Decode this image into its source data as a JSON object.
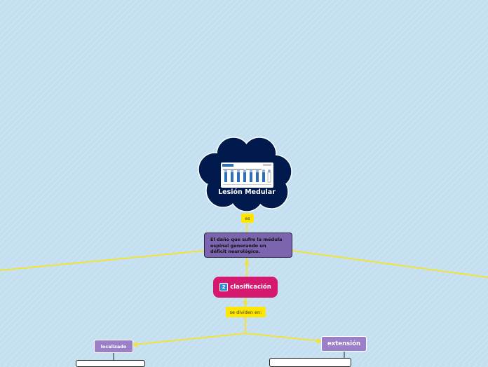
{
  "central": {
    "title": "Lesión Medular",
    "shape": "cloud",
    "color": "#001a4d"
  },
  "links": {
    "es": "es",
    "dividen": "se dividen en:"
  },
  "definition": {
    "lines": [
      "El daño que sufre la médula",
      "espinal generando un",
      "déficit neurológico."
    ]
  },
  "classification": {
    "badge": "2",
    "label": "clasificación",
    "color": "#d4196f"
  },
  "branches": {
    "left": {
      "label": "localizado"
    },
    "right": {
      "label": "extensión"
    }
  },
  "colors": {
    "connector": "#f2e33a",
    "purple": "#7b65ae",
    "background": "#c3dff0"
  }
}
